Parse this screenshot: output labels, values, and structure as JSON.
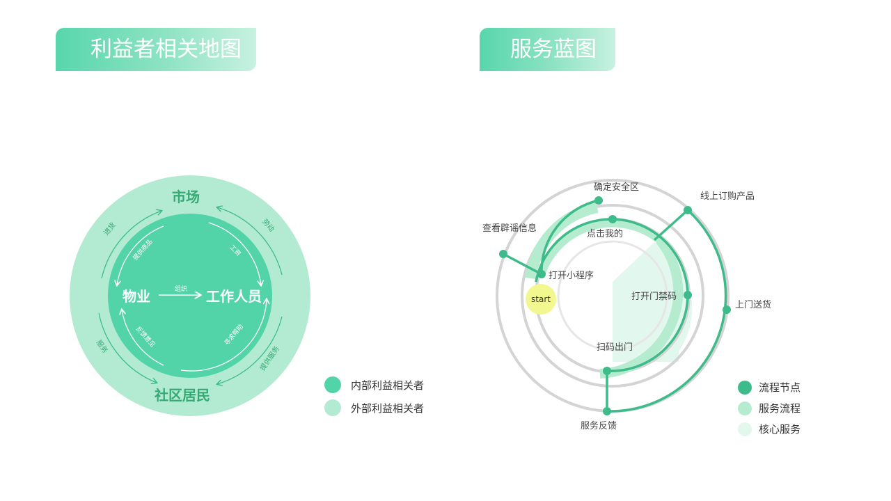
{
  "sections": {
    "left_title": "利益者相关地图",
    "right_title": "服务蓝图"
  },
  "stakeholder_map": {
    "nodes": {
      "market": "市场",
      "property": "物业",
      "staff": "工作人员",
      "residents": "社区居民"
    },
    "outer_arrows": {
      "purchase": "进货",
      "labor": "劳动",
      "service": "服务",
      "provide_service": "提供服务"
    },
    "inner_arrows": {
      "provide_goods": "提供商品",
      "wages": "工资",
      "organize": "组织",
      "feedback": "反馈意见",
      "seek_help": "寻求帮助"
    },
    "legend": [
      {
        "label": "内部利益相关者",
        "color": "#52d3a8"
      },
      {
        "label": "外部利益相关者",
        "color": "#b3ebd2"
      }
    ]
  },
  "service_blueprint": {
    "start_label": "start",
    "nodes": {
      "open_miniprogram": "打开小程序",
      "check_rumor": "查看辟谣信息",
      "confirm_safe_zone": "确定安全区",
      "click_me": "点击我的",
      "buy_online": "线上订购产品",
      "open_door_code": "打开门禁码",
      "delivery": "上门送货",
      "scan_exit": "扫码出门",
      "feedback": "服务反馈"
    },
    "legend": [
      {
        "label": "流程节点",
        "color": "#3dbb8a"
      },
      {
        "label": "服务流程",
        "color": "#b5eccf"
      },
      {
        "label": "核心服务",
        "color": "#e2f7ee"
      }
    ]
  },
  "colors": {
    "accent": "#3dbb8a",
    "outer_ring": "#b3ebd2",
    "inner_ring": "#52d3a8",
    "label_green": "#35a974",
    "start_fill": "#f3f78f"
  }
}
